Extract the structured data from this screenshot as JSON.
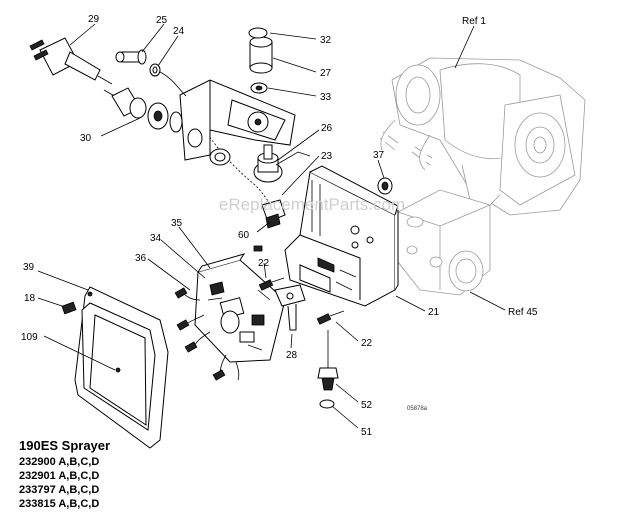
{
  "watermark": "eReplacementParts.com",
  "figure_code": "05878a",
  "callouts": {
    "c29": "29",
    "c25": "25",
    "c24": "24",
    "c32": "32",
    "c27": "27",
    "c33": "33",
    "c30": "30",
    "c26": "26",
    "c23": "23",
    "c37": "37",
    "c60": "60",
    "c35": "35",
    "c34": "34",
    "c36": "36",
    "c39": "39",
    "c22a": "22",
    "c22b": "22",
    "c18": "18",
    "c109": "109",
    "c28": "28",
    "c21": "21",
    "c52": "52",
    "c51": "51",
    "ref1": "Ref 1",
    "ref45": "Ref 45"
  },
  "caption": {
    "title": "190ES Sprayer",
    "models": [
      "232900 A,B,C,D",
      "232901 A,B,C,D",
      "233797 A,B,C,D",
      "233815 A,B,C,D"
    ]
  }
}
